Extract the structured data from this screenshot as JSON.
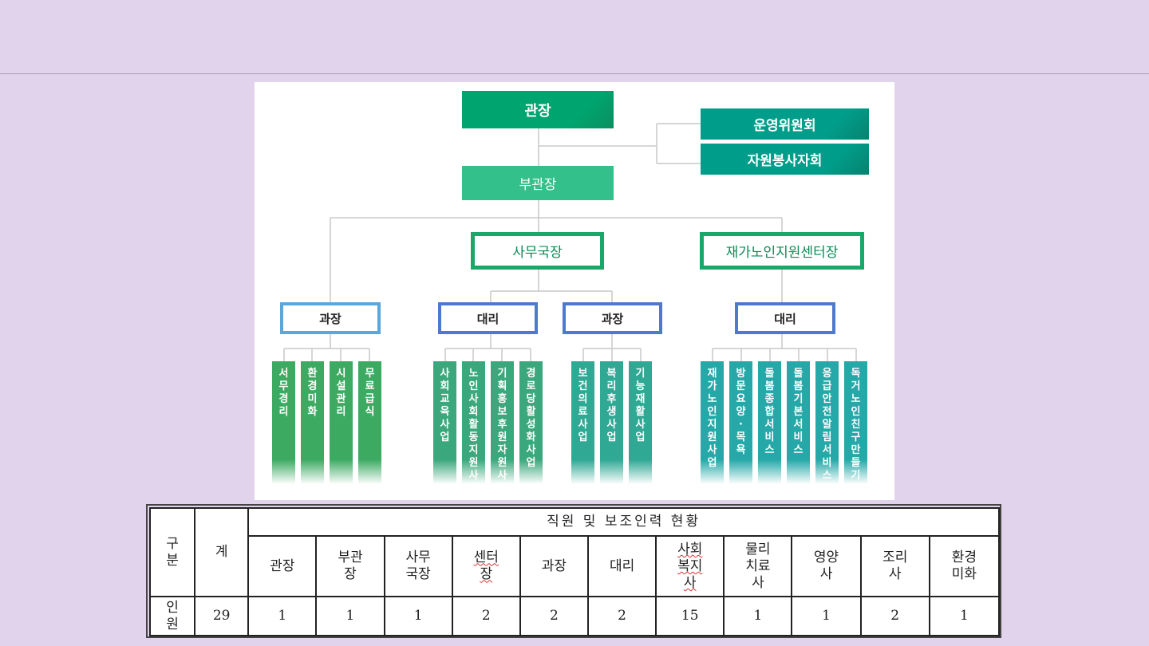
{
  "org_chart": {
    "director": "관장",
    "committees": [
      "운영위원회",
      "자원봉사자회"
    ],
    "deputy": "부관장",
    "secretary_general": "사무국장",
    "home_center_head": "재가노인지원센터장",
    "mid_level": [
      "과장",
      "대리",
      "과장",
      "대리"
    ],
    "teams": [
      [
        "서무경리",
        "환경미화",
        "시설관리",
        "무료급식"
      ],
      [
        "사회교육사업",
        "노인사회활동지원사업",
        "기획홍보후원자원사업",
        "경로당활성화사업"
      ],
      [
        "보건의료사업",
        "복리후생사업",
        "기능재활사업"
      ],
      [
        "재가노인지원사업",
        "방문요양·목욕",
        "돌봄종합서비스",
        "돌봄기본서비스",
        "응급안전알림서비스",
        "독거노인친구만들기"
      ]
    ]
  },
  "staff_table": {
    "col_category": "구분",
    "col_total": "계",
    "title": "직원 및 보조인력 현황",
    "headers": [
      "관장",
      "부관장",
      "사무국장",
      "센터장",
      "과장",
      "대리",
      "사회복지사",
      "물리치료사",
      "영양사",
      "조리사",
      "환경미화"
    ],
    "row_label": "인원",
    "total": "29",
    "values": [
      "1",
      "1",
      "1",
      "2",
      "2",
      "2",
      "15",
      "1",
      "1",
      "2",
      "1"
    ]
  }
}
